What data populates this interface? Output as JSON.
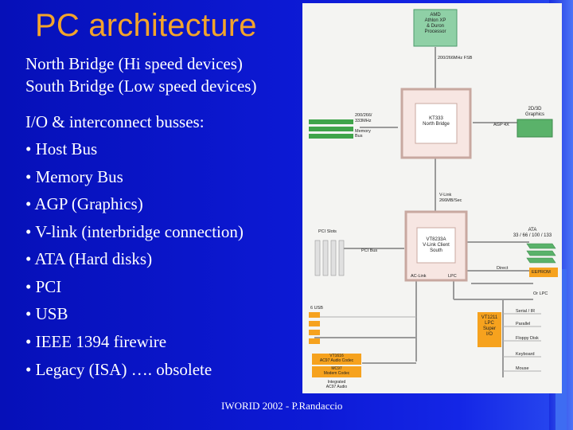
{
  "slide": {
    "title": "PC architecture",
    "intro_lines": [
      "North Bridge (Hi speed devices)",
      "South Bridge (Low speed devices)"
    ],
    "bus_heading": "I/O & interconnect busses:",
    "bullets": [
      "• Host Bus",
      "• Memory Bus",
      "• AGP (Graphics)",
      "• V-link (interbridge connection)",
      "• ATA (Hard disks)",
      "• PCI",
      "• USB",
      "• IEEE 1394 firewire",
      "• Legacy (ISA) …. obsolete"
    ],
    "footer": "IWORID 2002 - P.Randaccio"
  },
  "diagram": {
    "cpu": "AMD\nAthlon XP\n& Duron\nProcessor",
    "fsb": "200/266MHz FSB",
    "northbridge": "KT333\nNorth Bridge",
    "memory": "200/266/\n333MHz\n\nMemory\nBus",
    "graphics": "2D/3D\nGraphics",
    "agp": "AGP 4X",
    "vlink": "V-Link\n266MB/Sec",
    "pci_slots": "PCI Slots",
    "pci_bus": "PCI Bus",
    "southbridge": "VT8233A\nV-Link Client\nSouth",
    "ac_link": "AC-Link",
    "lpc": "LPC",
    "ata": "ATA\n33 / 66 / 100 / 133",
    "direct": "Direct",
    "eeprom": "EEPROM",
    "or_lpc": "Or LPC",
    "usb": "6 USB",
    "super_io": "VT1211\nLPC\nSuper\nI/O",
    "serial": "Serial / IR",
    "parallel": "Parallel",
    "floppy": "Floppy Disk",
    "keyboard": "Keyboard",
    "mouse": "Mouse",
    "codec1": "VT1616\nAC97 Audio Codec",
    "codec2": "MC97\nModem Codec",
    "integrated": "Integrated\nAC97 Audio",
    "colors": {
      "accent_title": "#f3a42b",
      "background": "#0a10c8",
      "diagram_bg": "#f4f4f2",
      "chip_orange": "#f6a21e",
      "memory_green": "#3fa44a"
    }
  }
}
